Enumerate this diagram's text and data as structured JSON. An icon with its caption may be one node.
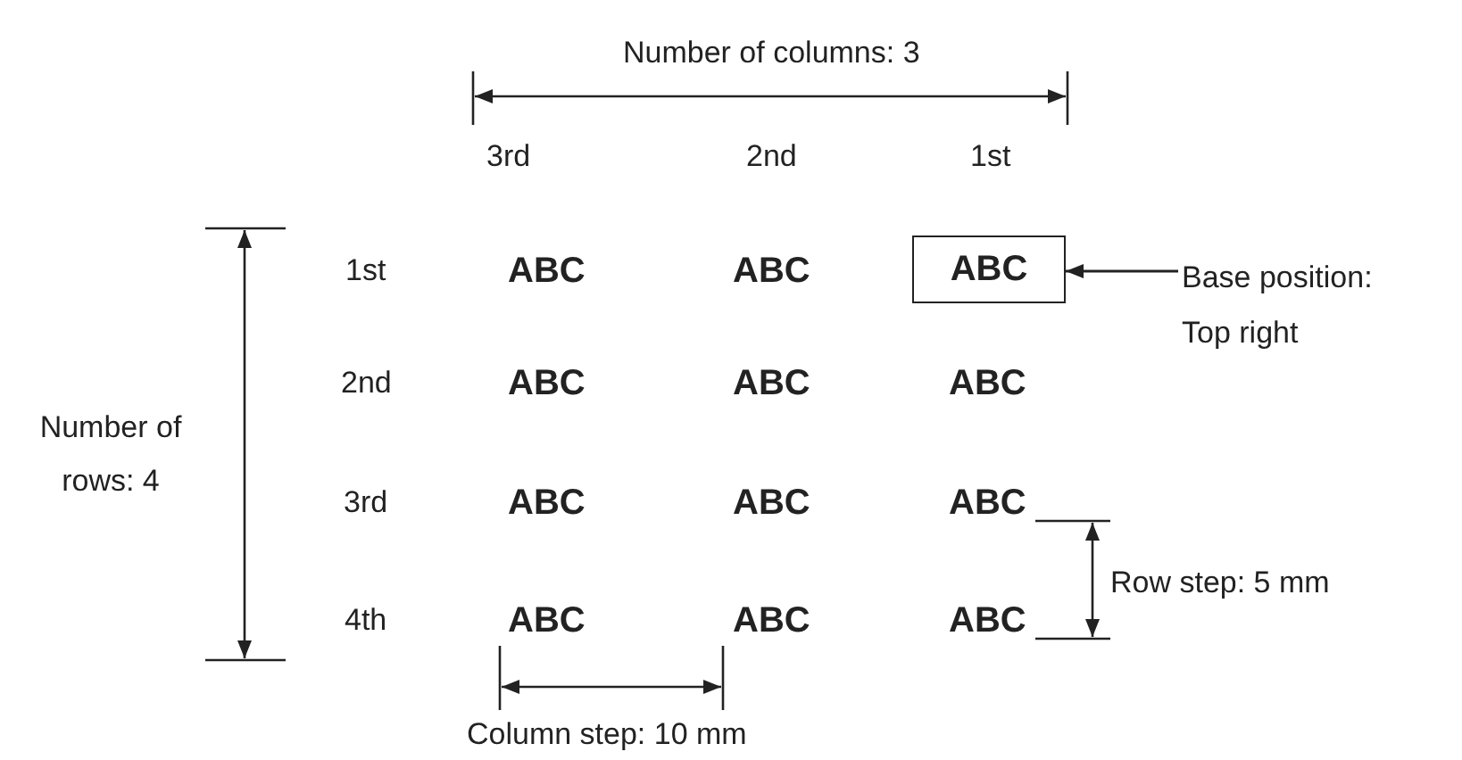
{
  "diagram": {
    "nodes": [
      {
        "text": [
          "ABC"
        ]
      },
      {
        "text": [
          "Base position: Top right"
        ]
      }
    ],
    "edges": [
      {
        "from": 1,
        "to": 0,
        "arrow": "to"
      }
    ],
    "labels": [
      "Number of columns: 3",
      "3rd",
      "2nd",
      "1st",
      "Number of rows: 4",
      "1st",
      "ABC",
      "ABC",
      "2nd",
      "ABC",
      "ABC",
      "ABC",
      "3rd",
      "ABC",
      "ABC",
      "ABC",
      "Row step: 5 mm",
      "4th",
      "ABC",
      "ABC",
      "ABC",
      "Column step: 10 mm"
    ]
  }
}
